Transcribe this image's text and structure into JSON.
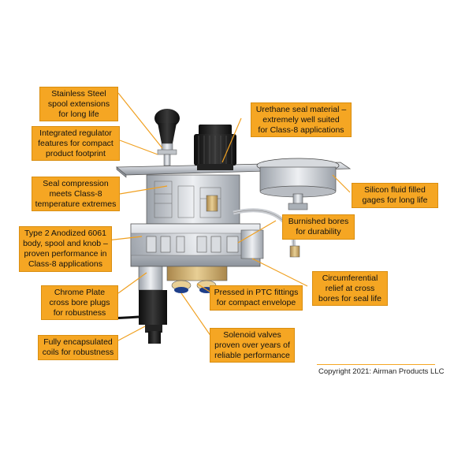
{
  "callouts": {
    "stainless_steel": "Stainless Steel\nspool extensions\nfor long life",
    "integrated_regulator": "Integrated regulator\nfeatures for compact\nproduct footprint",
    "seal_compression": "Seal compression\nmeets Class-8\ntemperature extremes",
    "type2_anodized": "Type 2 Anodized 6061\nbody, spool and knob –\nproven performance in\nClass-8 applications",
    "chrome_plate": "Chrome Plate\ncross bore plugs\nfor robustness",
    "encapsulated_coils": "Fully encapsulated\ncoils for robustness",
    "urethane_seal": "Urethane seal material –\nextremely well suited\nfor Class-8 applications",
    "silicon_fluid": "Silicon fluid filled\ngages for long life",
    "burnished_bores": "Burnished bores\nfor durability",
    "circumferential_relief": "Circumferential\nrelief at cross\nbores for seal life",
    "ptc_fittings": "Pressed in PTC fittings\nfor compact envelope",
    "solenoid_valves": "Solenoid valves\nproven over years of\nreliable performance"
  },
  "copyright": "Copyright 2021: Airman Products LLC",
  "colors": {
    "callout_fill": "#f5a623",
    "leader_line": "#f0a020",
    "metal": "#c9ccd1",
    "black": "#1a1a1a",
    "brass": "#c7a25a"
  }
}
